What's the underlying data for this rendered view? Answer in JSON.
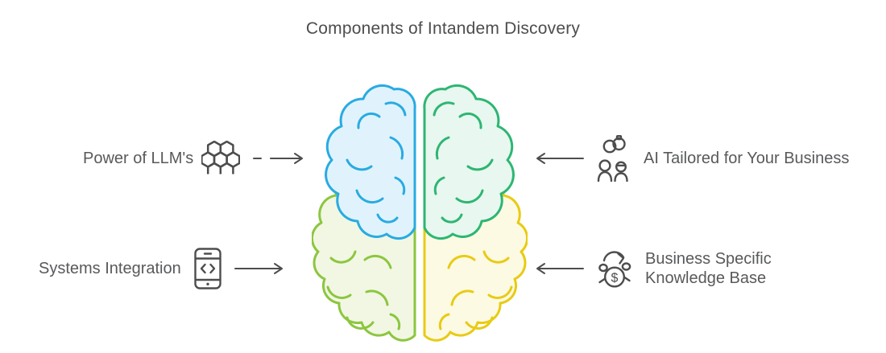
{
  "title": "Components of Intandem Discovery",
  "items": {
    "power_llm": {
      "label": "Power of LLM's",
      "icon": "honeycomb-icon"
    },
    "ai_tailored": {
      "label": "AI Tailored for Your Business",
      "icon": "linked-people-icon"
    },
    "systems_integration": {
      "label": "Systems Integration",
      "icon": "mobile-code-icon"
    },
    "knowledge_base": {
      "label_line1": "Business Specific",
      "label_line2": "Knowledge Base",
      "icon": "money-cycle-icon"
    }
  },
  "colors": {
    "title_text": "#4d4d4d",
    "label_text": "#58595b",
    "arrow": "#4d4d4d",
    "icon": "#4d4d4d",
    "brain": {
      "top_left_stroke": "#29abe2",
      "top_left_fill": "#e0f3fc",
      "top_right_stroke": "#2db673",
      "top_right_fill": "#e8f7ef",
      "bottom_left_stroke": "#8cc63f",
      "bottom_left_fill": "#f1f7e3",
      "bottom_right_stroke": "#e8cb14",
      "bottom_right_fill": "#fcfae3"
    }
  }
}
